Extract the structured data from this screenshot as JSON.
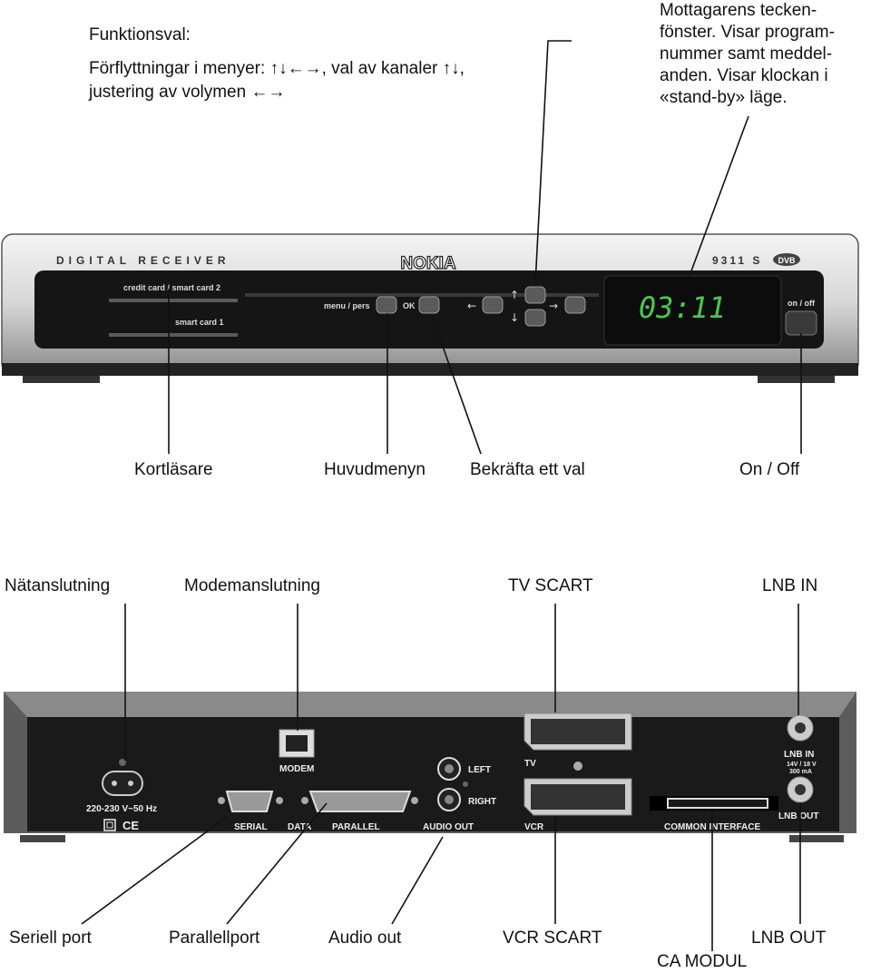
{
  "top_left": {
    "heading": "Funktionsval:",
    "line1": "Förflyttningar i menyer: ↑↓←→, val av kanaler ↑↓,",
    "line2": "justering av volymen ←→"
  },
  "top_right": {
    "text": "Mottagarens tecken-fönster. Visar program-nummer samt meddel-anden. Visar klockan i «stand-by» läge."
  },
  "front_panel": {
    "brand_title": "DIGITAL RECEIVER",
    "logo": "NOKIA",
    "model": "9311 S",
    "dvb_badge": "DVB",
    "slot1_label": "credit card / smart card 2",
    "slot2_label": "smart card 1",
    "menu_label": "menu / pers",
    "ok_label": "OK",
    "arrow_left": "←",
    "arrow_up": "↑",
    "arrow_down": "↓",
    "arrow_right": "→",
    "display_time": "03:11",
    "power_label": "on / off"
  },
  "front_callouts": {
    "kortlasare": "Kortläsare",
    "huvudmenyn": "Huvudmenyn",
    "bekrafta": "Bekräfta ett val",
    "onoff": "On / Off"
  },
  "rear_top_callouts": {
    "natanslutning": "Nätanslutning",
    "modemanslutning": "Modemanslutning",
    "tv_scart": "TV SCART",
    "lnb_in": "LNB IN"
  },
  "rear_panel": {
    "power_spec": "220-230 V~50 Hz",
    "modem": "MODEM",
    "serial": "SERIAL",
    "data": "DATA",
    "parallel": "PARALLEL",
    "left": "LEFT",
    "right": "RIGHT",
    "audio_out": "AUDIO OUT",
    "tv": "TV",
    "vcr": "VCR",
    "common_interface": "COMMON INTERFACE",
    "lnb_in": "LNB IN",
    "lnb_spec1": "14V / 18 V",
    "lnb_spec2": "300 mA",
    "lnb_out": "LNB OUT",
    "ce": "CE"
  },
  "rear_bottom_callouts": {
    "seriell": "Seriell port",
    "parallell": "Parallellport",
    "audio_out": "Audio out",
    "vcr_scart": "VCR SCART",
    "lnb_out": "LNB OUT",
    "ca_modul": "CA MODUL"
  }
}
